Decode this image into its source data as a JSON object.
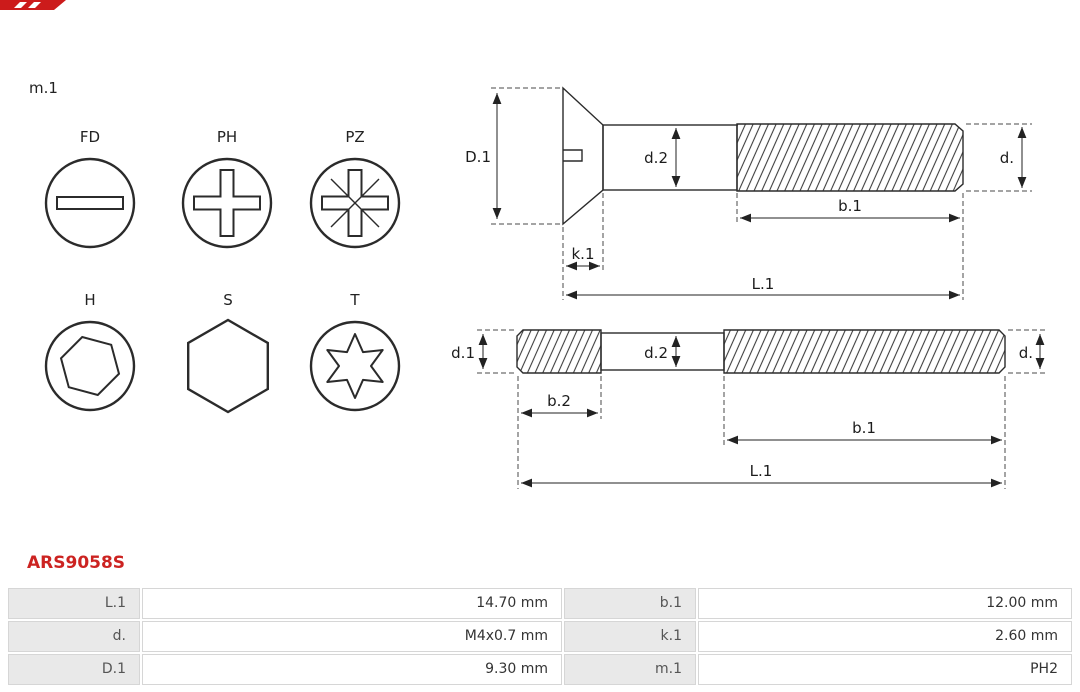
{
  "brand": {
    "accent_red": "#cc2321"
  },
  "m1_label": "m.1",
  "head_types": {
    "fd": "FD",
    "ph": "PH",
    "pz": "PZ",
    "h": "H",
    "s": "S",
    "t": "T"
  },
  "top_drawing": {
    "labels": {
      "D1": "D.1",
      "d2": "d.2",
      "d": "d.",
      "b1": "b.1",
      "k1": "k.1",
      "L1": "L.1"
    }
  },
  "bottom_drawing": {
    "labels": {
      "d1": "d.1",
      "d2": "d.2",
      "d": "d.",
      "b2": "b.2",
      "b1": "b.1",
      "L1": "L.1"
    }
  },
  "part_number": "ARS9058S",
  "spec_table": {
    "rows": [
      {
        "label1": "L.1",
        "value1": "14.70 mm",
        "label2": "b.1",
        "value2": "12.00 mm"
      },
      {
        "label1": "d.",
        "value1": "M4x0.7 mm",
        "label2": "k.1",
        "value2": "2.60 mm"
      },
      {
        "label1": "D.1",
        "value1": "9.30 mm",
        "label2": "m.1",
        "value2": "PH2"
      }
    ]
  }
}
